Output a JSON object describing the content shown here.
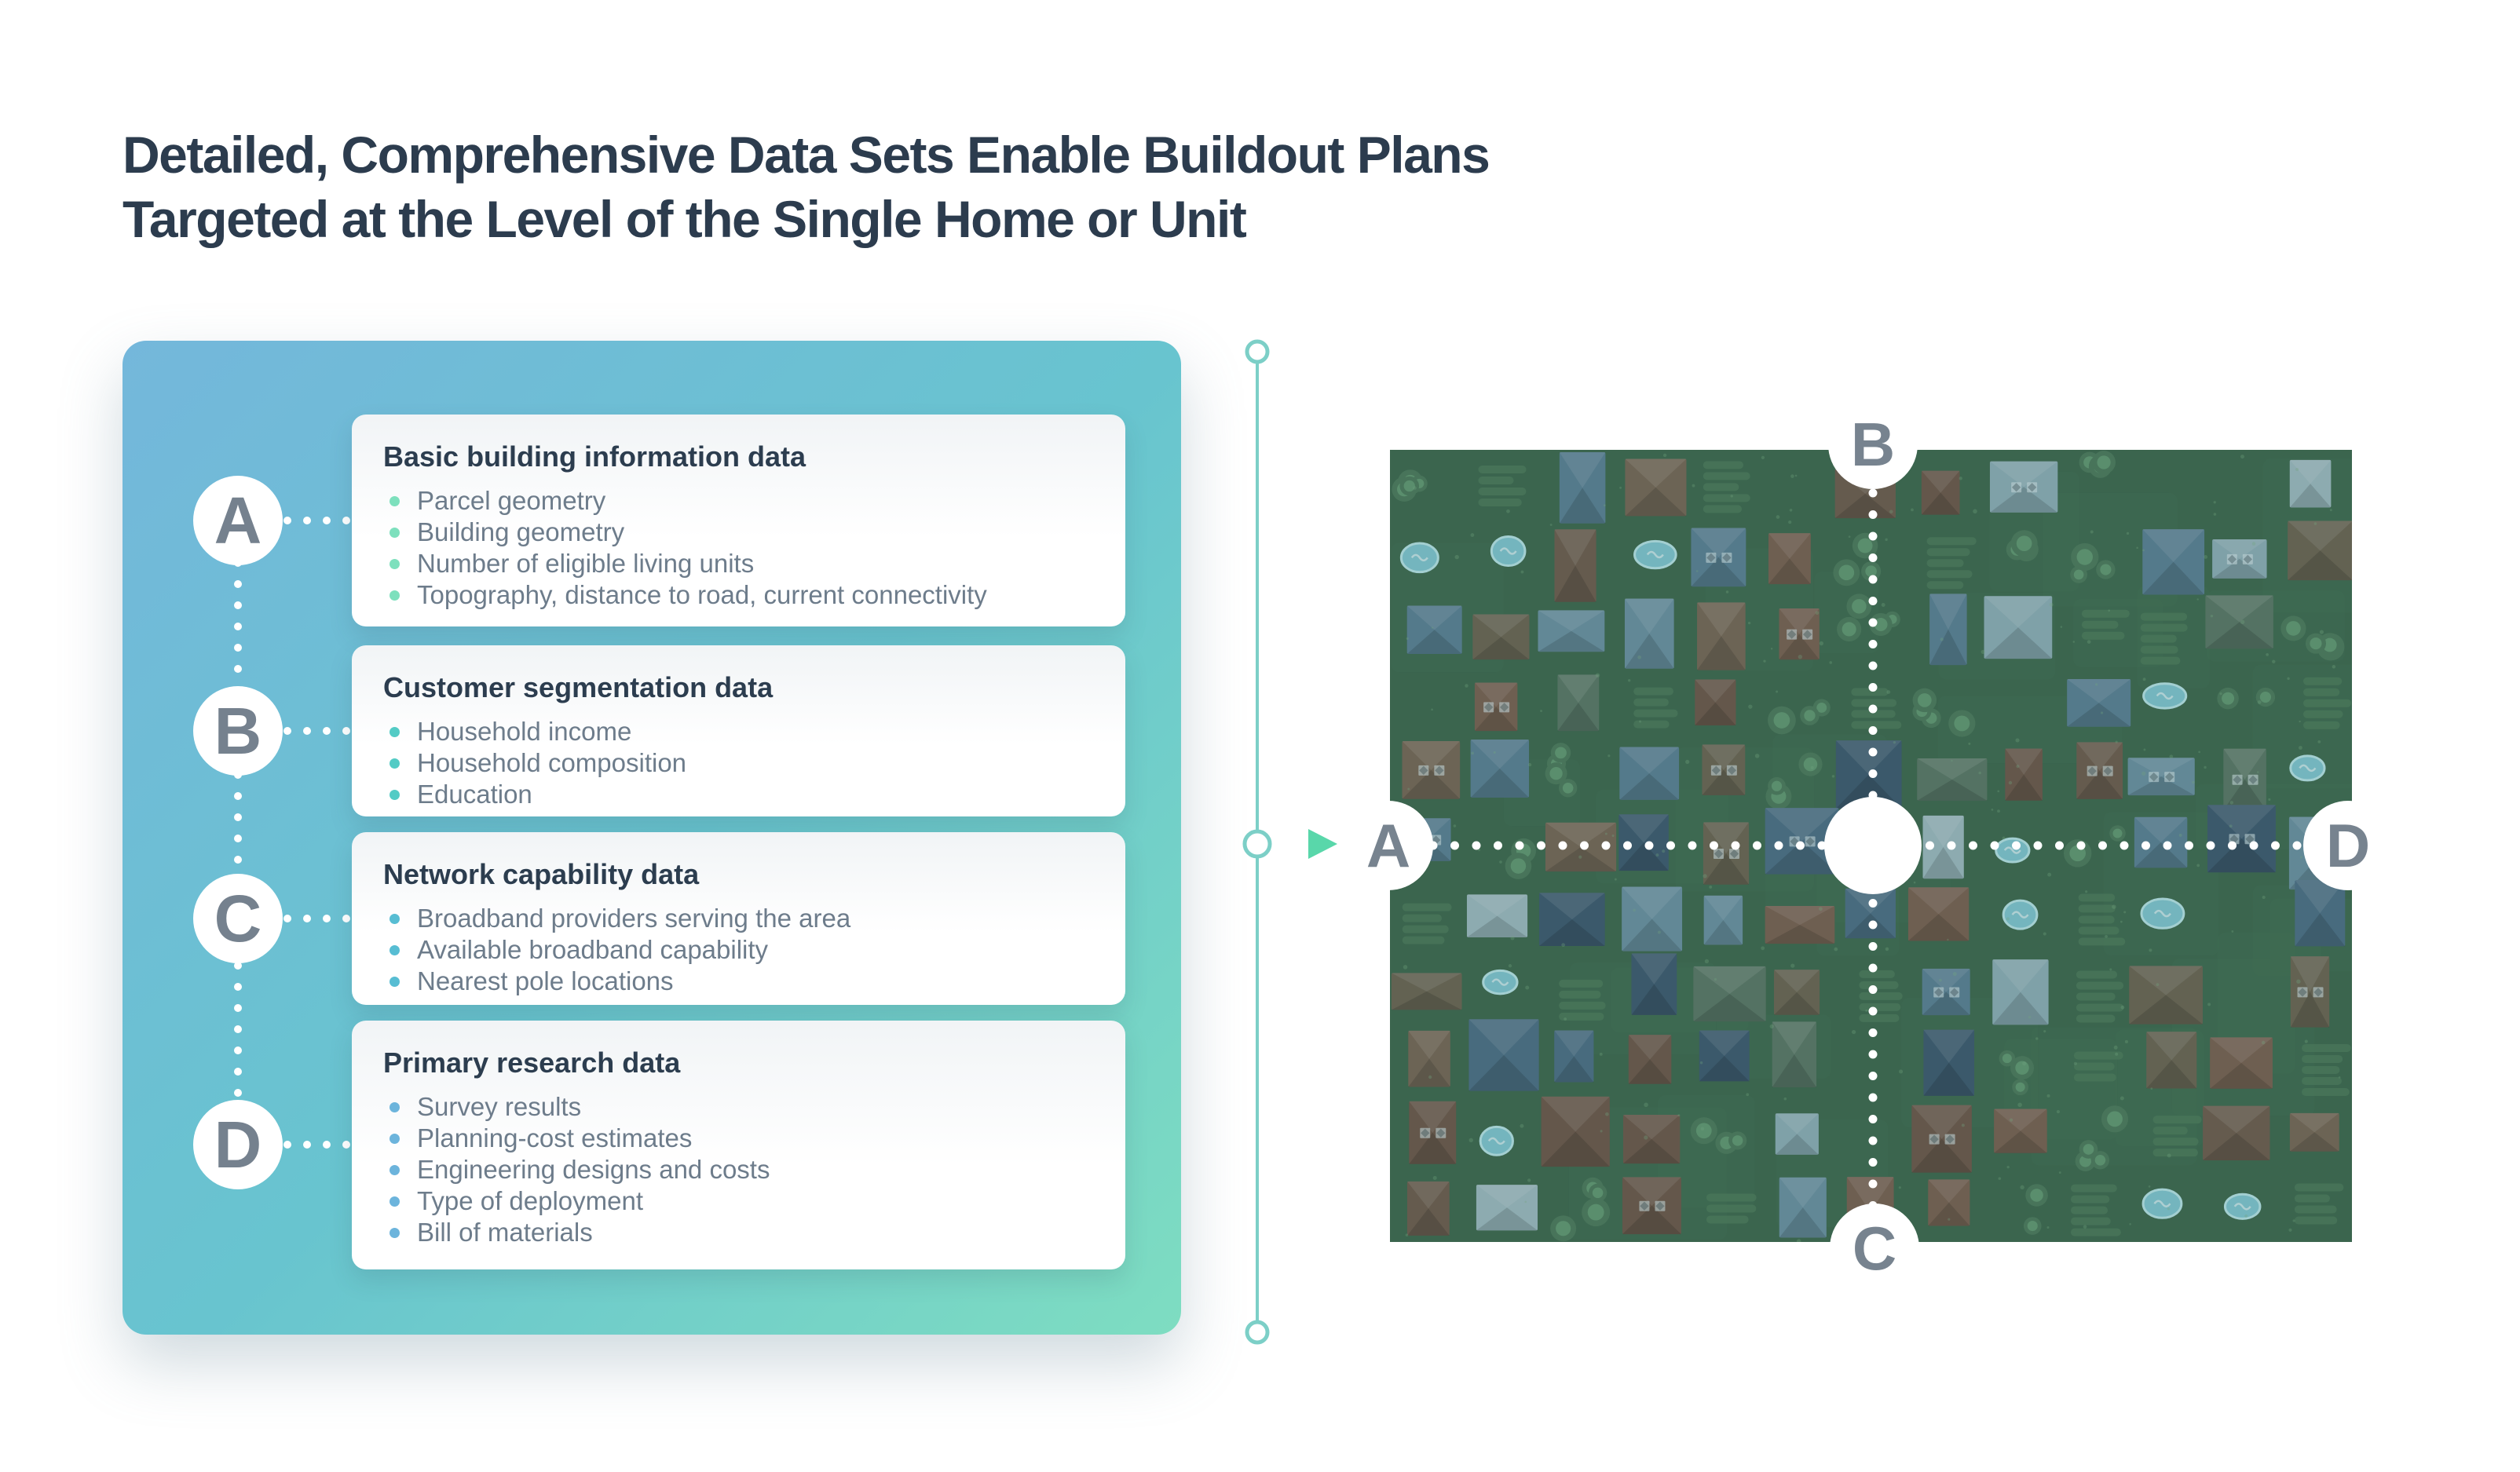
{
  "title": {
    "line1": "Detailed, Comprehensive Data Sets Enable Buildout Plans",
    "line2": "Targeted at the Level of the Single Home or Unit"
  },
  "legend_panel": {
    "items": [
      {
        "letter": "A",
        "heading": "Basic building information data",
        "bullet_color": "#7de0bd",
        "bullets": [
          "Parcel geometry",
          "Building geometry",
          "Number of eligible living units",
          "Topography, distance to road, current connectivity"
        ]
      },
      {
        "letter": "B",
        "heading": "Customer segmentation data",
        "bullet_color": "#53cbc5",
        "bullets": [
          "Household income",
          "Household composition",
          "Education"
        ]
      },
      {
        "letter": "C",
        "heading": "Network capability data",
        "bullet_color": "#57bdd3",
        "bullets": [
          "Broadband providers serving the area",
          "Available broadband capability",
          "Nearest pole locations"
        ]
      },
      {
        "letter": "D",
        "heading": "Primary research data",
        "bullet_color": "#6cb4dc",
        "bullets": [
          "Survey results",
          "Planning-cost estimates",
          "Engineering designs and costs",
          "Type of deployment",
          "Bill of materials"
        ]
      }
    ]
  },
  "connector": {
    "line_color": "#7ccfc7",
    "arrow_color": "#59d7aa",
    "left_segment_color": "#5a99c7"
  },
  "map": {
    "labels": [
      {
        "letter": "A",
        "position": "left"
      },
      {
        "letter": "B",
        "position": "top"
      },
      {
        "letter": "C",
        "position": "bottom"
      },
      {
        "letter": "D",
        "position": "right"
      }
    ],
    "palette": {
      "grass": "#3f6a52",
      "grass_patch": "#447056",
      "tree_dark": "#4e7c60",
      "tree_light": "#6ba47e",
      "pool": "#82c8d4",
      "pool_rim": "#b9e6eb",
      "hedge": "#4e7c5e",
      "speckle": "#7fb58d",
      "tint": "#234536",
      "roofs": [
        "#4e718a",
        "#5d8399",
        "#6d93a6",
        "#8fb0bb",
        "#9fbcc4",
        "#6e6757",
        "#79695a",
        "#705f52",
        "#3f5d74",
        "#7b6355",
        "#6f5a4e",
        "#5d7a6b"
      ]
    }
  },
  "colors": {
    "title": "#2c3c4e",
    "panel_gradient_from": "#74b7db",
    "panel_gradient_to": "#7eddc1",
    "heading_text": "#2c3d4f",
    "bullet_text": "#6d7c8b",
    "circle_letter": "#75818e",
    "dotted_line": "#ffffff"
  }
}
